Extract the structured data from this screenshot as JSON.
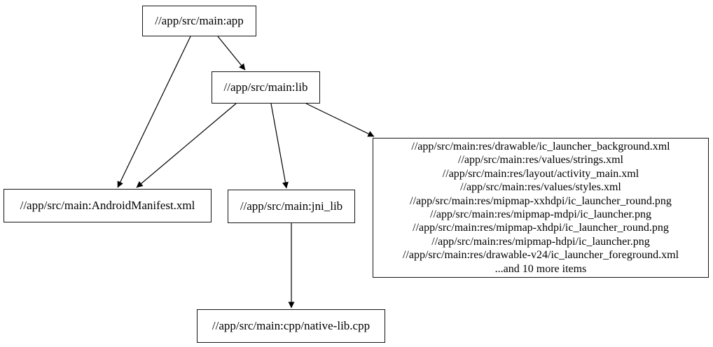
{
  "diagram": {
    "type": "dependency-graph",
    "background_color": "#ffffff",
    "node_fill_color": "#ffffff",
    "node_border_color": "#141414",
    "edge_color": "#000000",
    "text_color": "#000000"
  },
  "nodes": {
    "app": {
      "label": "//app/src/main:app"
    },
    "lib": {
      "label": "//app/src/main:lib"
    },
    "android_manifest": {
      "label": "//app/src/main:AndroidManifest.xml"
    },
    "jni_lib": {
      "label": "//app/src/main:jni_lib"
    },
    "res_group": {
      "lines": [
        "//app/src/main:res/drawable/ic_launcher_background.xml",
        "//app/src/main:res/values/strings.xml",
        "//app/src/main:res/layout/activity_main.xml",
        "//app/src/main:res/values/styles.xml",
        "//app/src/main:res/mipmap-xxhdpi/ic_launcher_round.png",
        "//app/src/main:res/mipmap-mdpi/ic_launcher.png",
        "//app/src/main:res/mipmap-xhdpi/ic_launcher_round.png",
        "//app/src/main:res/mipmap-hdpi/ic_launcher.png",
        "//app/src/main:res/drawable-v24/ic_launcher_foreground.xml",
        "...and 10 more items"
      ]
    },
    "native_lib": {
      "label": "//app/src/main:cpp/native-lib.cpp"
    }
  },
  "edges": [
    {
      "from": "app",
      "to": "lib"
    },
    {
      "from": "app",
      "to": "android_manifest"
    },
    {
      "from": "lib",
      "to": "android_manifest"
    },
    {
      "from": "lib",
      "to": "jni_lib"
    },
    {
      "from": "lib",
      "to": "res_group"
    },
    {
      "from": "jni_lib",
      "to": "native_lib"
    }
  ]
}
